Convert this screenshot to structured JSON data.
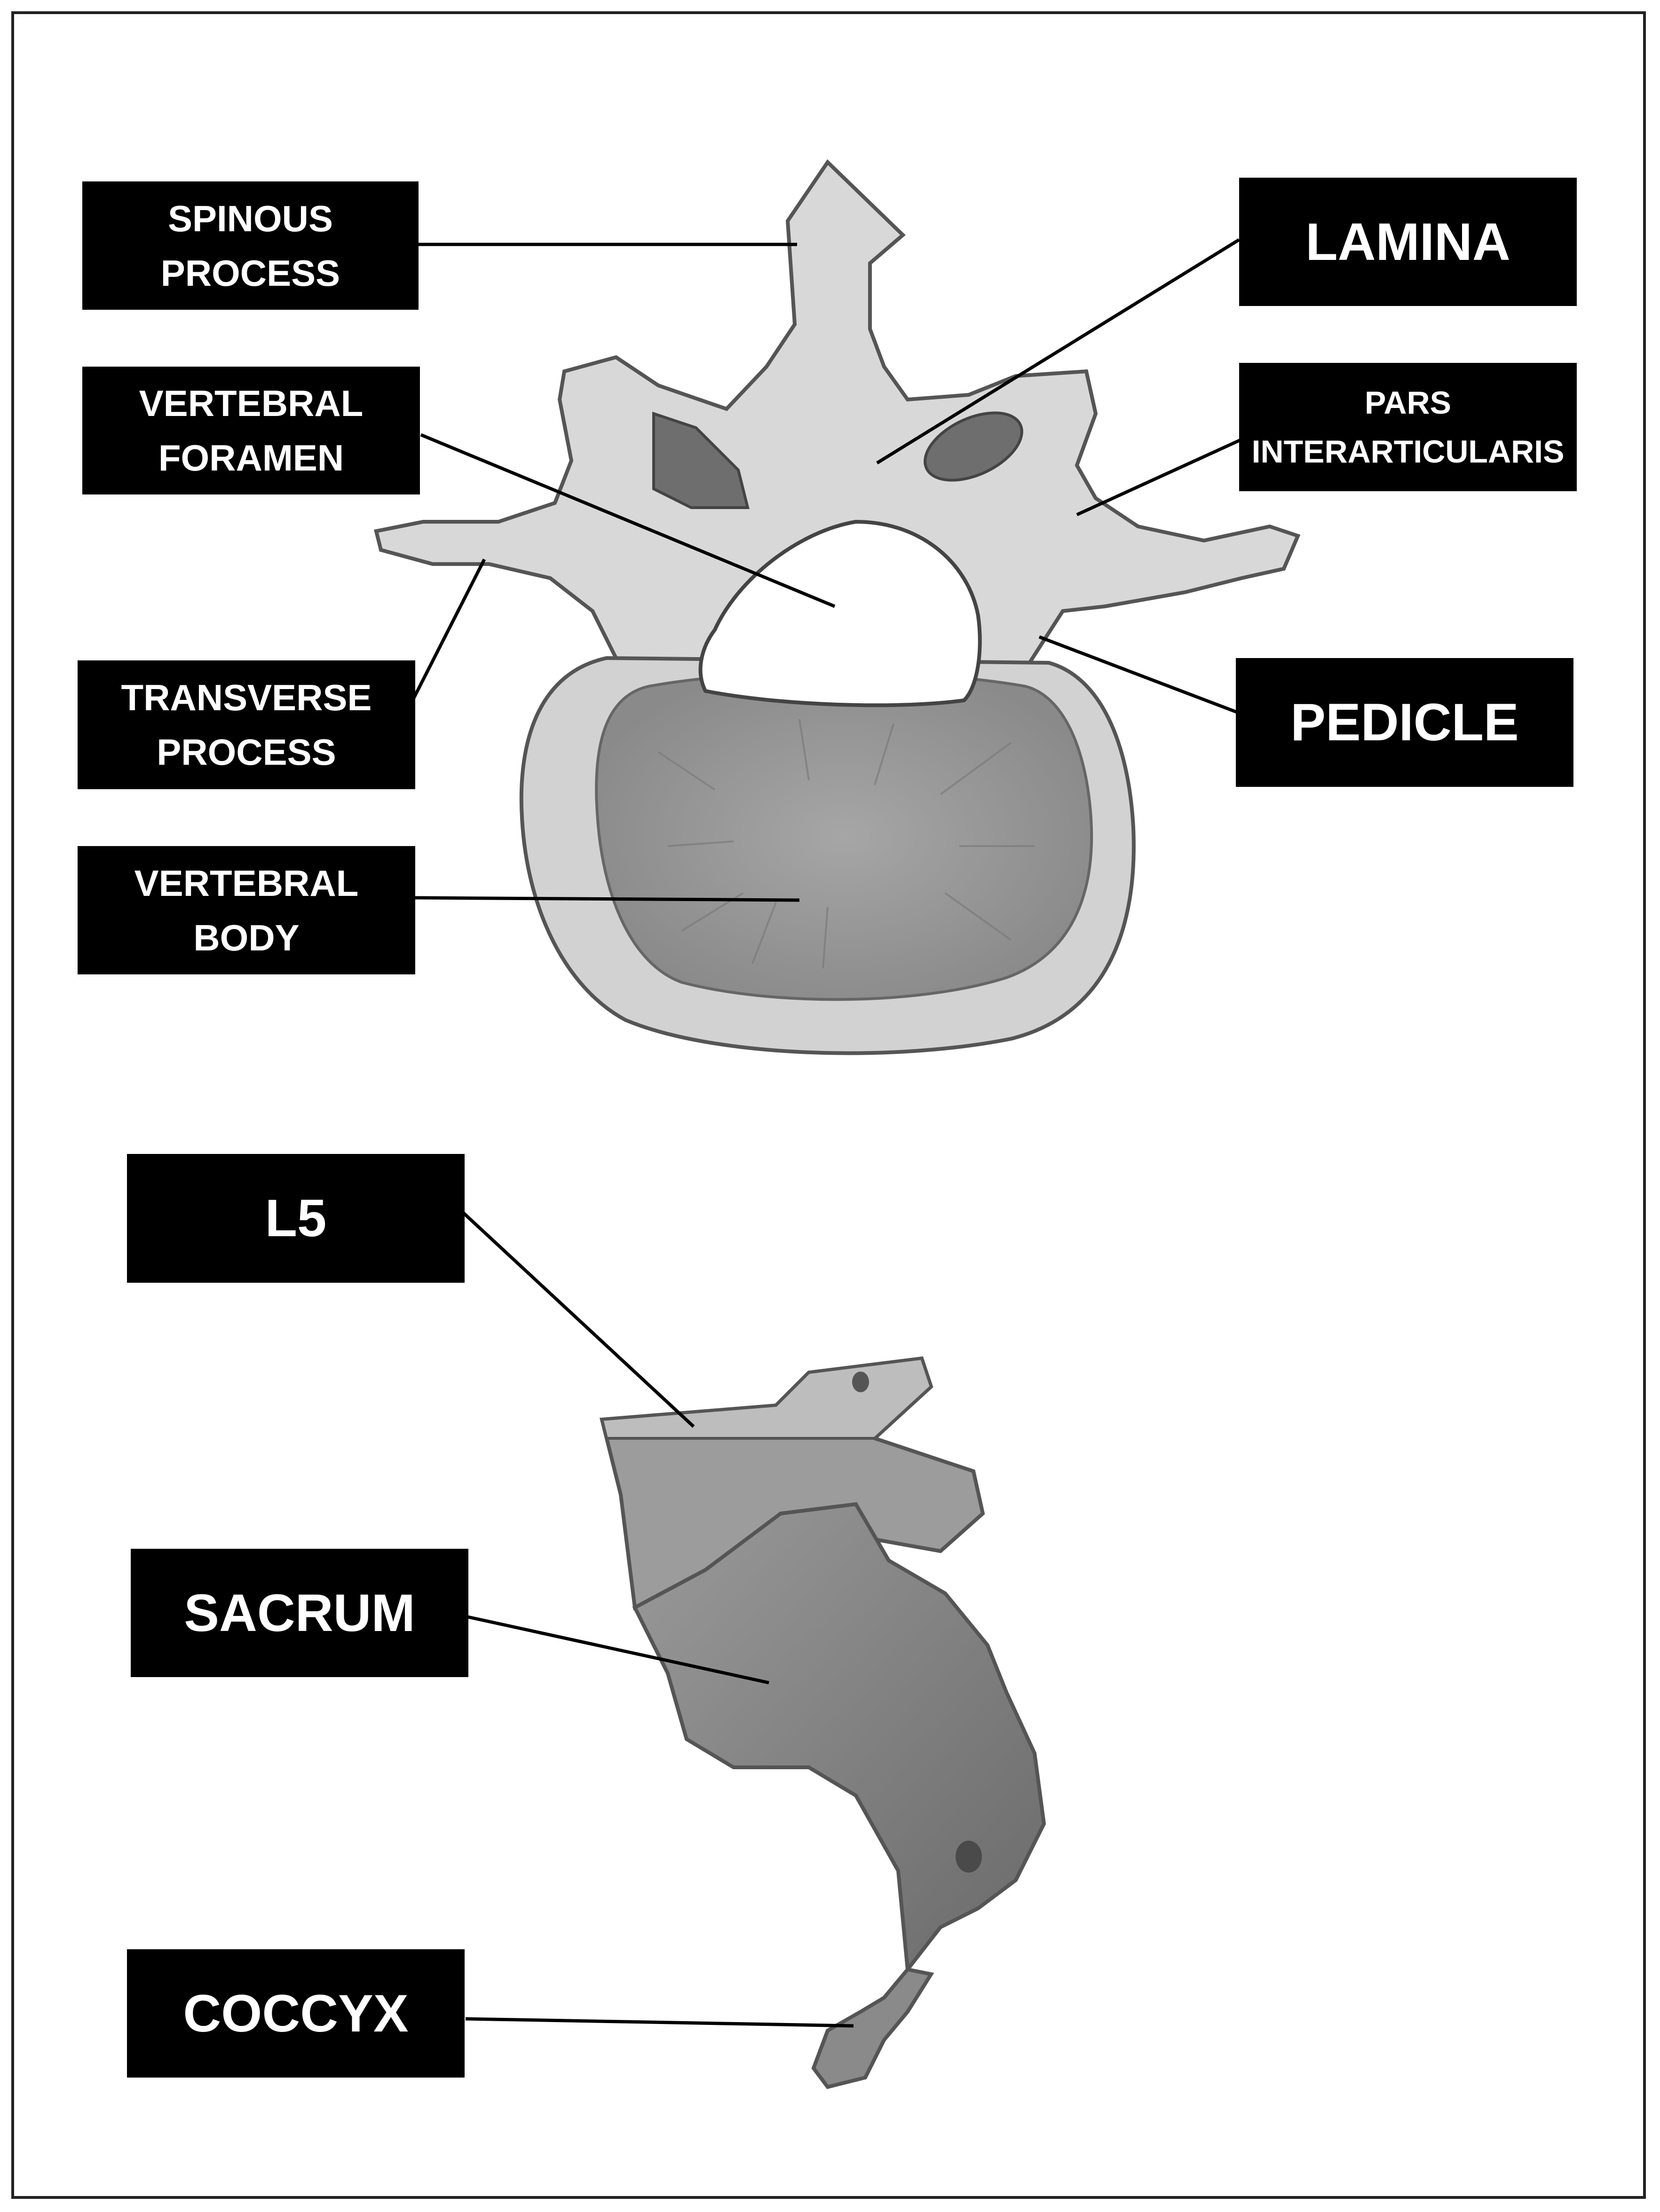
{
  "labels": {
    "spinous_process": "SPINOUS\nPROCESS",
    "vertebral_foramen": "VERTEBRAL\nFORAMEN",
    "transverse_process": "TRANSVERSE\nPROCESS",
    "vertebral_body": "VERTEBRAL\nBODY",
    "lamina": "LAMINA",
    "pars_interarticularis": "PARS\nINTERARTICULARIS",
    "pedicle": "PEDICLE",
    "l5": "L5",
    "sacrum": "SACRUM",
    "coccyx": "COCCYX"
  },
  "colors": {
    "label_bg": "#000000",
    "label_text": "#ffffff",
    "bone_light": "#dcdcdc",
    "bone_mid": "#a8a8a8",
    "bone_dark": "#6e6e6e",
    "leader": "#000000"
  }
}
